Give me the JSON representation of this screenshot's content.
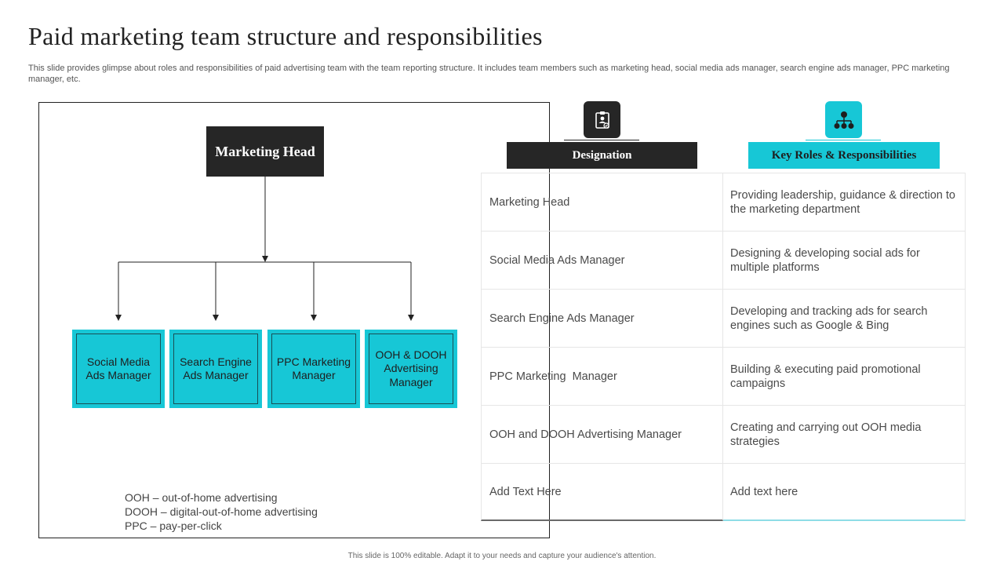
{
  "title": "Paid marketing team structure and responsibilities",
  "subtitle": "This slide provides glimpse about roles and responsibilities of paid advertising team with the team reporting structure. It includes team members such as marketing head, social media ads manager, search engine ads manager, PPC marketing manager, etc.",
  "org_chart": {
    "head": "Marketing Head",
    "members": [
      "Social Media Ads Manager",
      "Search Engine Ads Manager",
      "PPC Marketing Manager",
      "OOH & DOOH Advertising Manager"
    ],
    "abbreviations": [
      "OOH – out-of-home advertising",
      "DOOH – digital-out-of-home advertising",
      "PPC – pay-per-click"
    ]
  },
  "table": {
    "headers": {
      "designation": "Designation",
      "roles": "Key Roles & Responsibilities"
    },
    "header_icons": {
      "designation": "id-badge-icon",
      "roles": "network-icon"
    },
    "rows": [
      {
        "designation": "Marketing Head",
        "role": "Providing leadership, guidance & direction to the marketing department"
      },
      {
        "designation": "Social Media Ads Manager",
        "role": "Designing & developing social ads for multiple platforms"
      },
      {
        "designation": "Search Engine Ads Manager",
        "role": "Developing and tracking ads for search engines such as Google & Bing"
      },
      {
        "designation": "PPC Marketing  Manager",
        "role": "Building & executing paid promotional campaigns"
      },
      {
        "designation": "OOH and DOOH Advertising Manager",
        "role": "Creating and carrying out OOH media strategies"
      },
      {
        "designation": "Add Text Here",
        "role": "Add text here"
      }
    ]
  },
  "footer": "This slide is 100% editable.  Adapt it to your needs and capture your audience's attention.",
  "colors": {
    "accent": "#17c7d6",
    "dark": "#262626"
  }
}
